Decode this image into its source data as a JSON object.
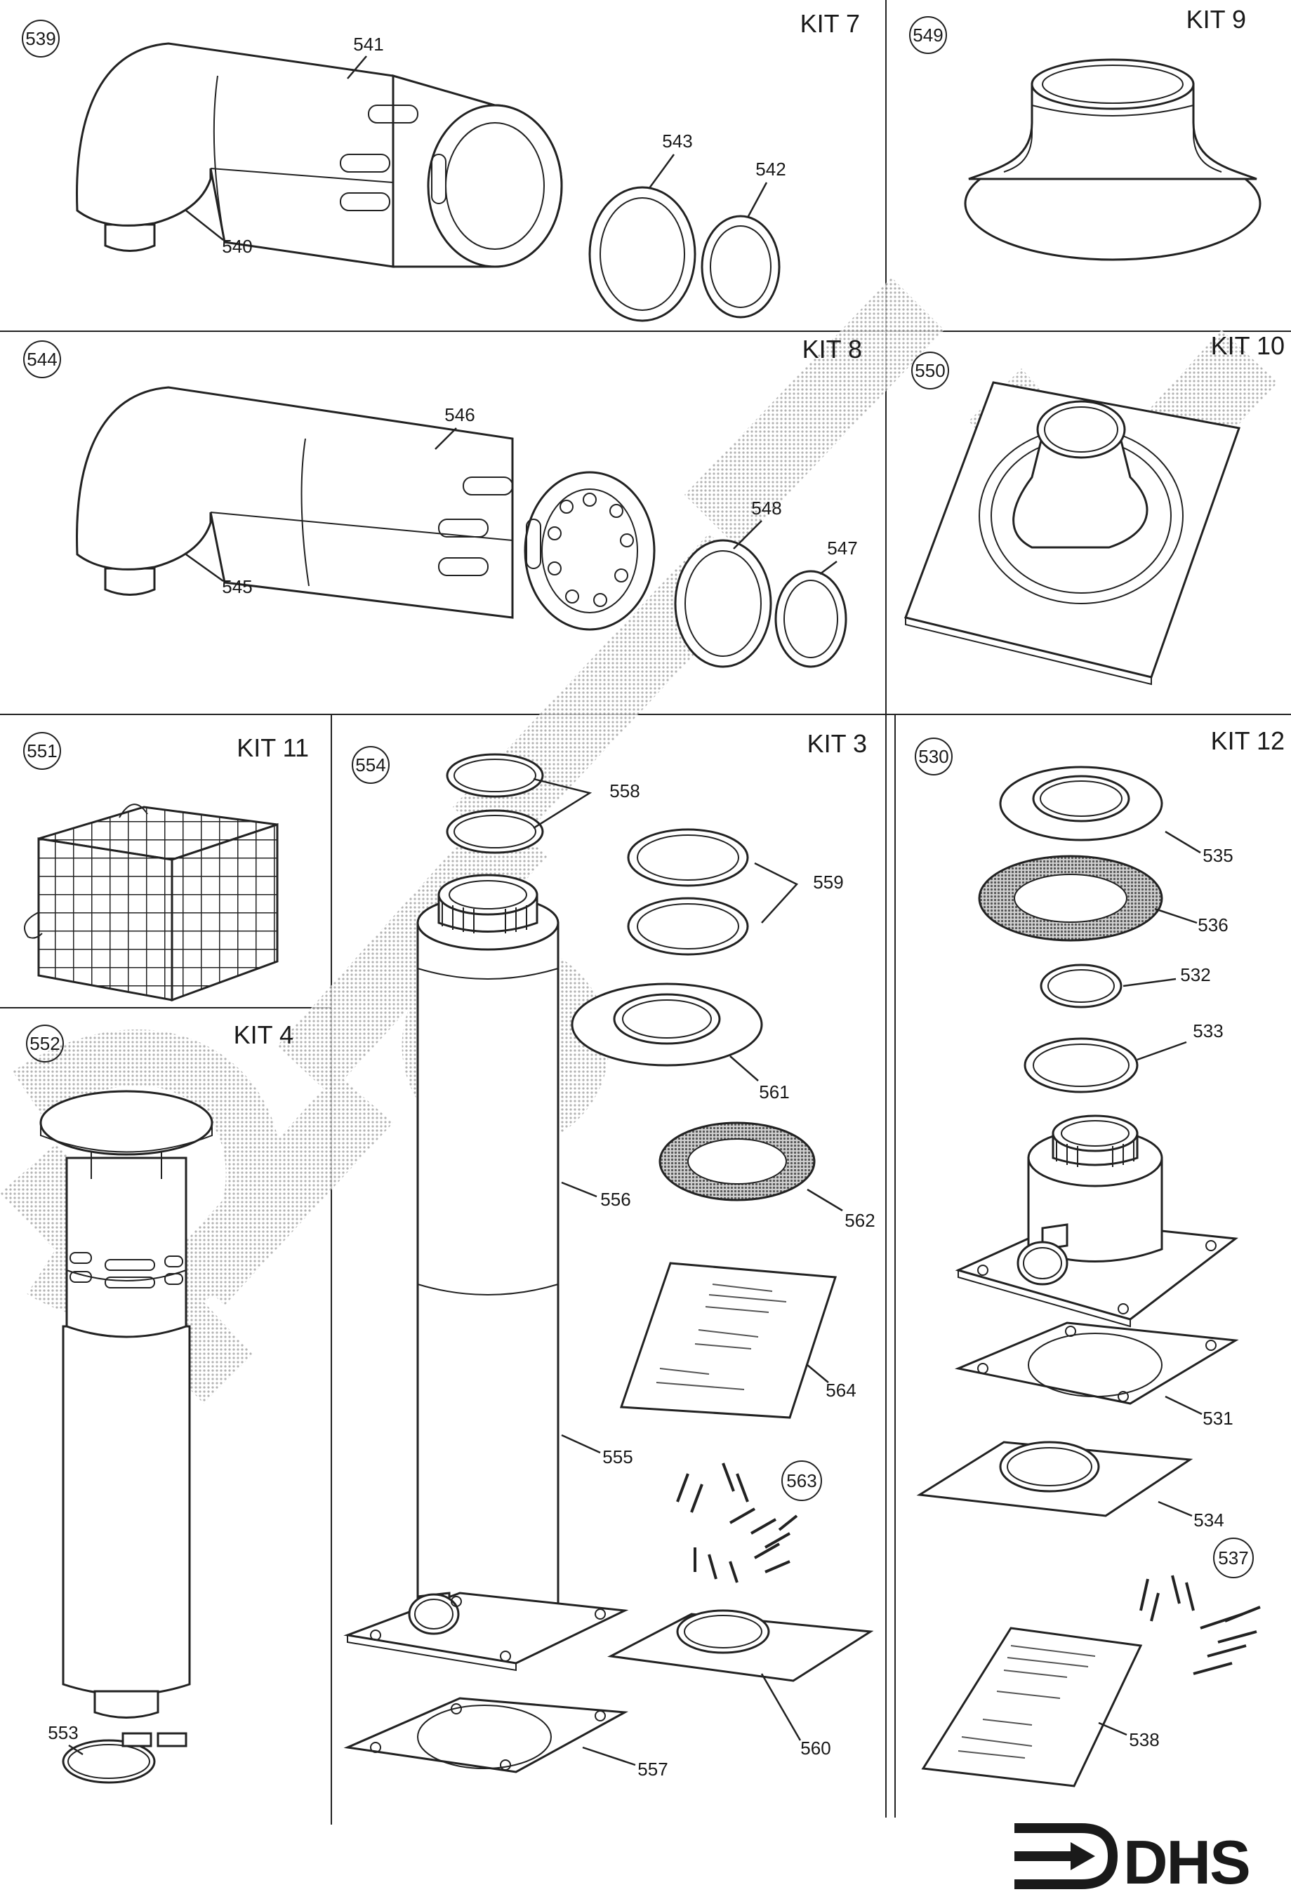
{
  "kits": {
    "kit7": {
      "title": "KIT 7",
      "ref": "539",
      "parts": [
        "541",
        "543",
        "542",
        "540"
      ]
    },
    "kit9": {
      "title": "KIT 9",
      "ref": "549"
    },
    "kit8": {
      "title": "KIT 8",
      "ref": "544",
      "parts": [
        "546",
        "548",
        "547",
        "545"
      ]
    },
    "kit10": {
      "title": "KIT 10",
      "ref": "550"
    },
    "kit11": {
      "title": "KIT 11",
      "ref": "551"
    },
    "kit3": {
      "title": "KIT 3",
      "ref": "554",
      "parts": [
        "558",
        "559",
        "561",
        "556",
        "562",
        "564",
        "555",
        "563",
        "557",
        "560"
      ]
    },
    "kit12": {
      "title": "KIT 12",
      "ref": "530",
      "parts": [
        "535",
        "536",
        "532",
        "533",
        "531",
        "534",
        "537",
        "538"
      ]
    },
    "kit4": {
      "title": "KIT 4",
      "ref": "552",
      "parts": [
        "553"
      ]
    }
  },
  "logo": {
    "text": "DHS",
    "color": "#1a1a1a"
  },
  "watermark": {
    "color": "#b8b8b8"
  },
  "colors": {
    "line": "#222222",
    "background": "#ffffff"
  }
}
